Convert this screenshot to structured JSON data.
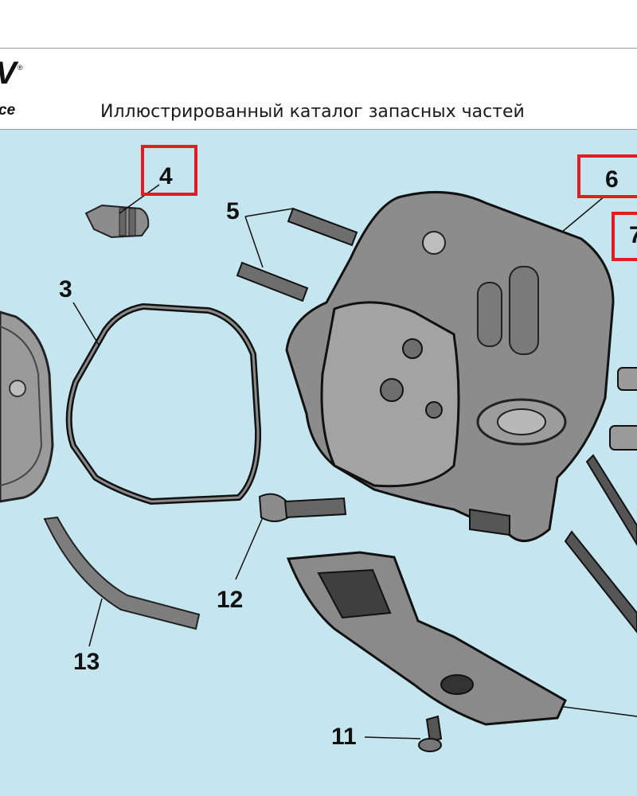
{
  "header": {
    "logo_text": "V",
    "logo_registered": "®",
    "logo_tagline": "ce",
    "title": "Иллюстрированный каталог запасных частей"
  },
  "diagram": {
    "callouts": {
      "c3": "3",
      "c4": "4",
      "c5": "5",
      "c6": "6",
      "c7": "7",
      "c11": "11",
      "c12": "12",
      "c13": "13"
    },
    "highlighted": [
      "4",
      "6",
      "7"
    ],
    "colors": {
      "background": "#c6e6ef",
      "part_fill": "#8c8c8c",
      "highlight": "#e31b23"
    }
  }
}
